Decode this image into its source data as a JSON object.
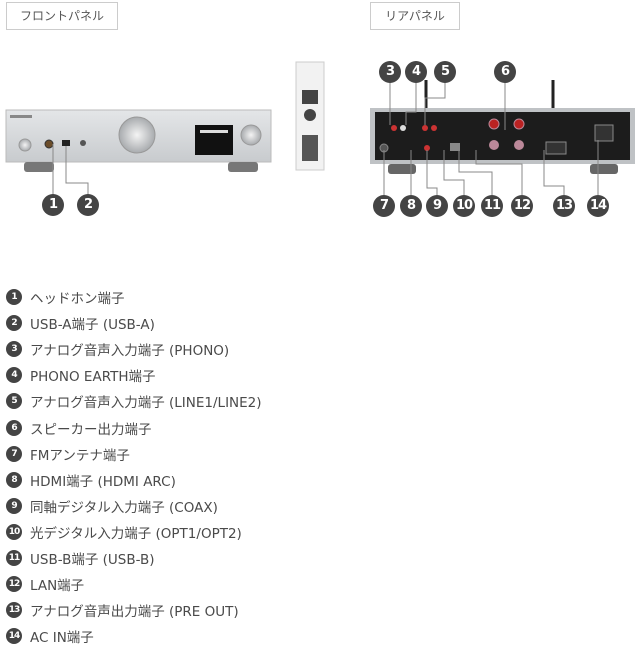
{
  "tabs": {
    "front": "フロントパネル",
    "rear": "リアパネル"
  },
  "callouts": [
    "1",
    "2",
    "3",
    "4",
    "5",
    "6",
    "7",
    "8",
    "9",
    "10",
    "11",
    "12",
    "13",
    "14"
  ],
  "items": [
    {
      "num": "1",
      "label": "ヘッドホン端子"
    },
    {
      "num": "2",
      "label": "USB-A端子 (USB-A)"
    },
    {
      "num": "3",
      "label": "アナログ音声入力端子 (PHONO)"
    },
    {
      "num": "4",
      "label": "PHONO EARTH端子"
    },
    {
      "num": "5",
      "label": "アナログ音声入力端子 (LINE1/LINE2)"
    },
    {
      "num": "6",
      "label": "スピーカー出力端子"
    },
    {
      "num": "7",
      "label": "FMアンテナ端子"
    },
    {
      "num": "8",
      "label": "HDMI端子 (HDMI ARC)"
    },
    {
      "num": "9",
      "label": "同軸デジタル入力端子 (COAX)"
    },
    {
      "num": "10",
      "label": "光デジタル入力端子 (OPT1/OPT2)"
    },
    {
      "num": "11",
      "label": "USB-B端子 (USB-B)"
    },
    {
      "num": "12",
      "label": "LAN端子"
    },
    {
      "num": "13",
      "label": "アナログ音声出力端子 (PRE OUT)"
    },
    {
      "num": "14",
      "label": "AC IN端子"
    }
  ]
}
